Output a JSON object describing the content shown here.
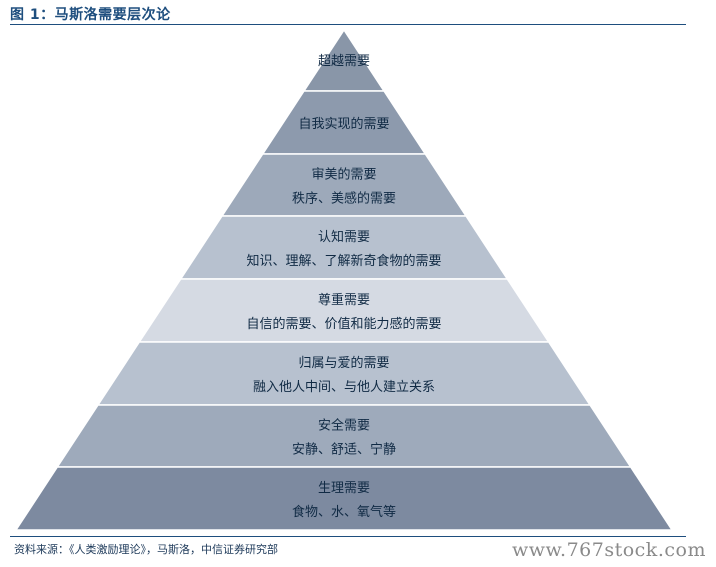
{
  "figure": {
    "title": "图 1：马斯洛需要层次论",
    "source": "资料来源：《人类激励理论》，马斯洛，中信证券研究部",
    "watermark": "www.767stock.com"
  },
  "pyramid": {
    "layers": [
      {
        "lines": [
          "超越需要"
        ],
        "color": "#8996a8"
      },
      {
        "lines": [
          "自我实现的需要"
        ],
        "color": "#8d9aad"
      },
      {
        "lines": [
          "审美的需要",
          "秩序、美感的需要"
        ],
        "color": "#9da9ba"
      },
      {
        "lines": [
          "认知需要",
          "知识、理解、了解新奇食物的需要"
        ],
        "color": "#b7c1cf"
      },
      {
        "lines": [
          "尊重需要",
          "自信的需要、价值和能力感的需要"
        ],
        "color": "#d5dae3"
      },
      {
        "lines": [
          "归属与爱的需要",
          "融入他人中间、与他人建立关系"
        ],
        "color": "#b7c1cf"
      },
      {
        "lines": [
          "安全需要",
          "安静、舒适、宁静"
        ],
        "color": "#9eaabb"
      },
      {
        "lines": [
          "生理需要",
          "食物、水、氧气等"
        ],
        "color": "#7d8aa0"
      }
    ]
  }
}
